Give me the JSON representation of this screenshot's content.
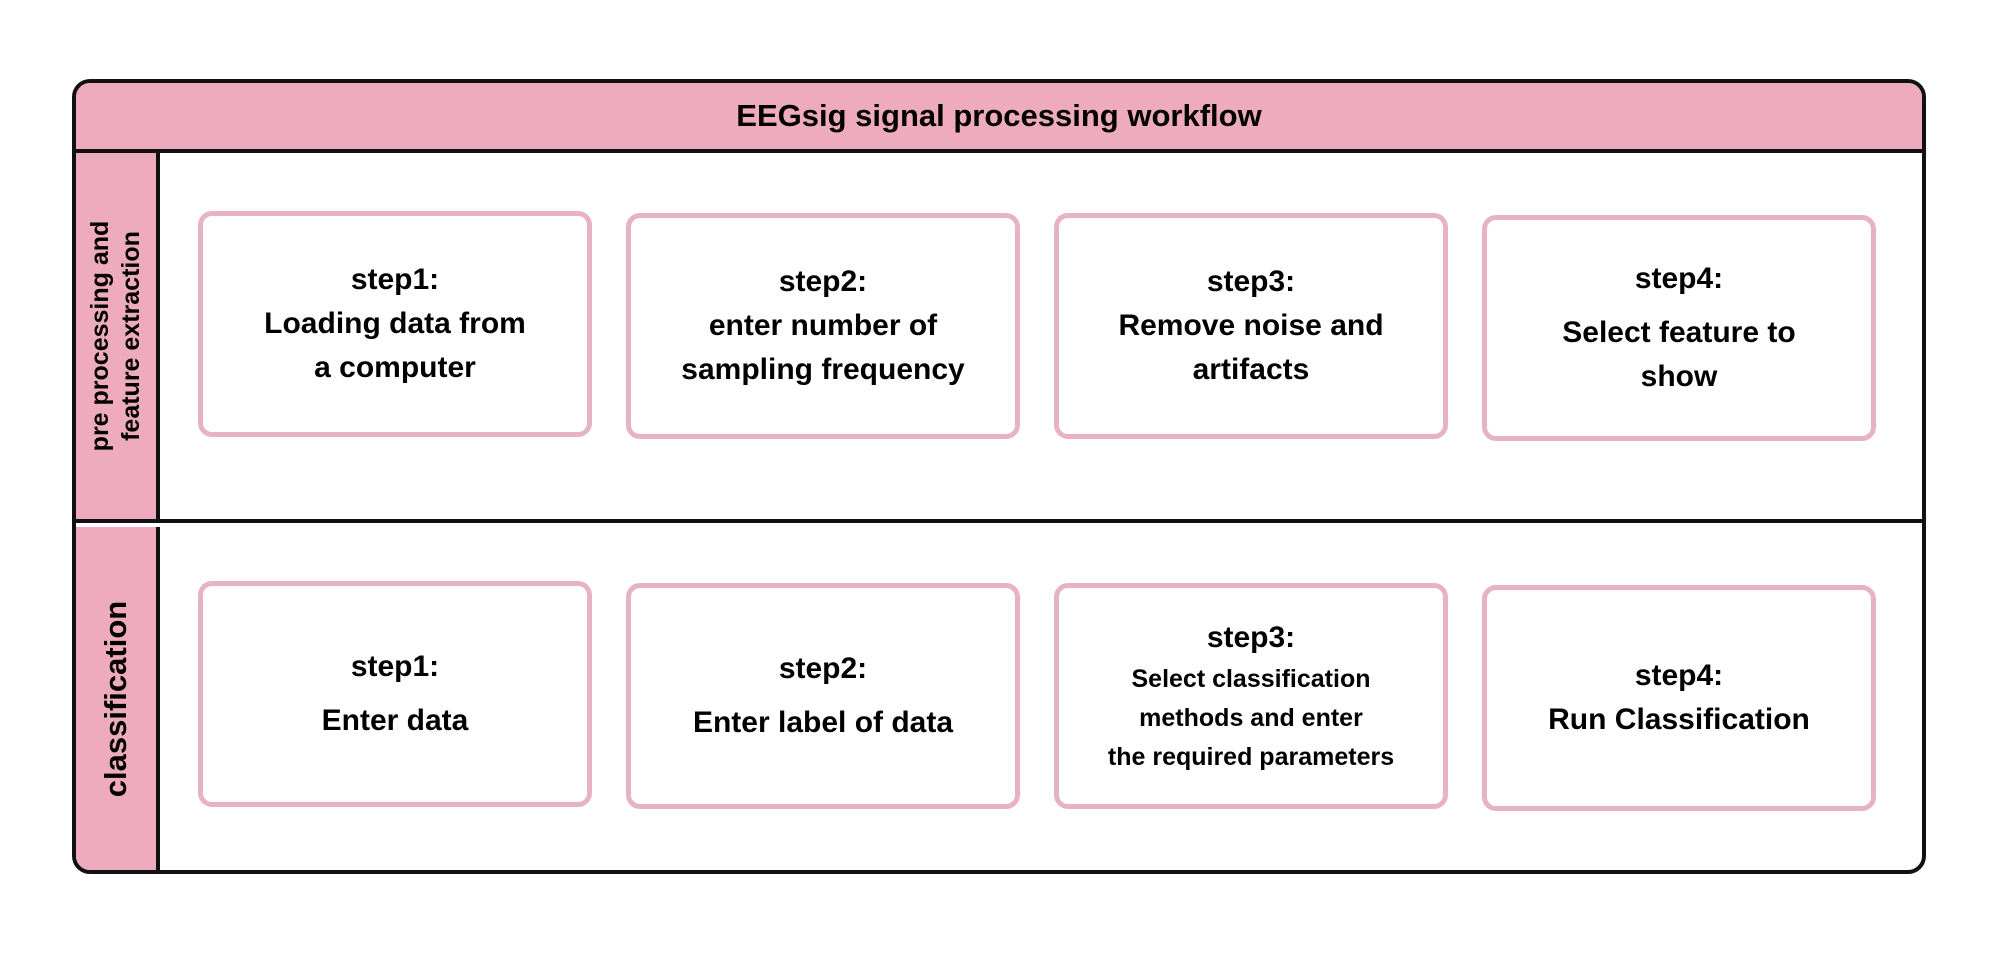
{
  "title": "EEGsig signal processing workflow",
  "colors": {
    "header_fill": "#efabbe",
    "card_border": "#e7b3c3",
    "frame_border": "#111111"
  },
  "lanes": [
    {
      "label": "pre processing and\nfeature extraction",
      "steps": [
        {
          "num": "step1:",
          "desc": "Loading data from\na computer"
        },
        {
          "num": "step2:",
          "desc": "enter number of\nsampling frequency"
        },
        {
          "num": "step3:",
          "desc": "Remove noise and\nartifacts"
        },
        {
          "num": "step4:",
          "desc": "Select feature to\nshow"
        }
      ]
    },
    {
      "label": "classification",
      "steps": [
        {
          "num": "step1:",
          "desc": "Enter data"
        },
        {
          "num": "step2:",
          "desc": "Enter label of data"
        },
        {
          "num": "step3:",
          "desc": "Select classification\nmethods and enter\nthe required parameters"
        },
        {
          "num": "step4:",
          "desc": "Run Classification"
        }
      ]
    }
  ]
}
